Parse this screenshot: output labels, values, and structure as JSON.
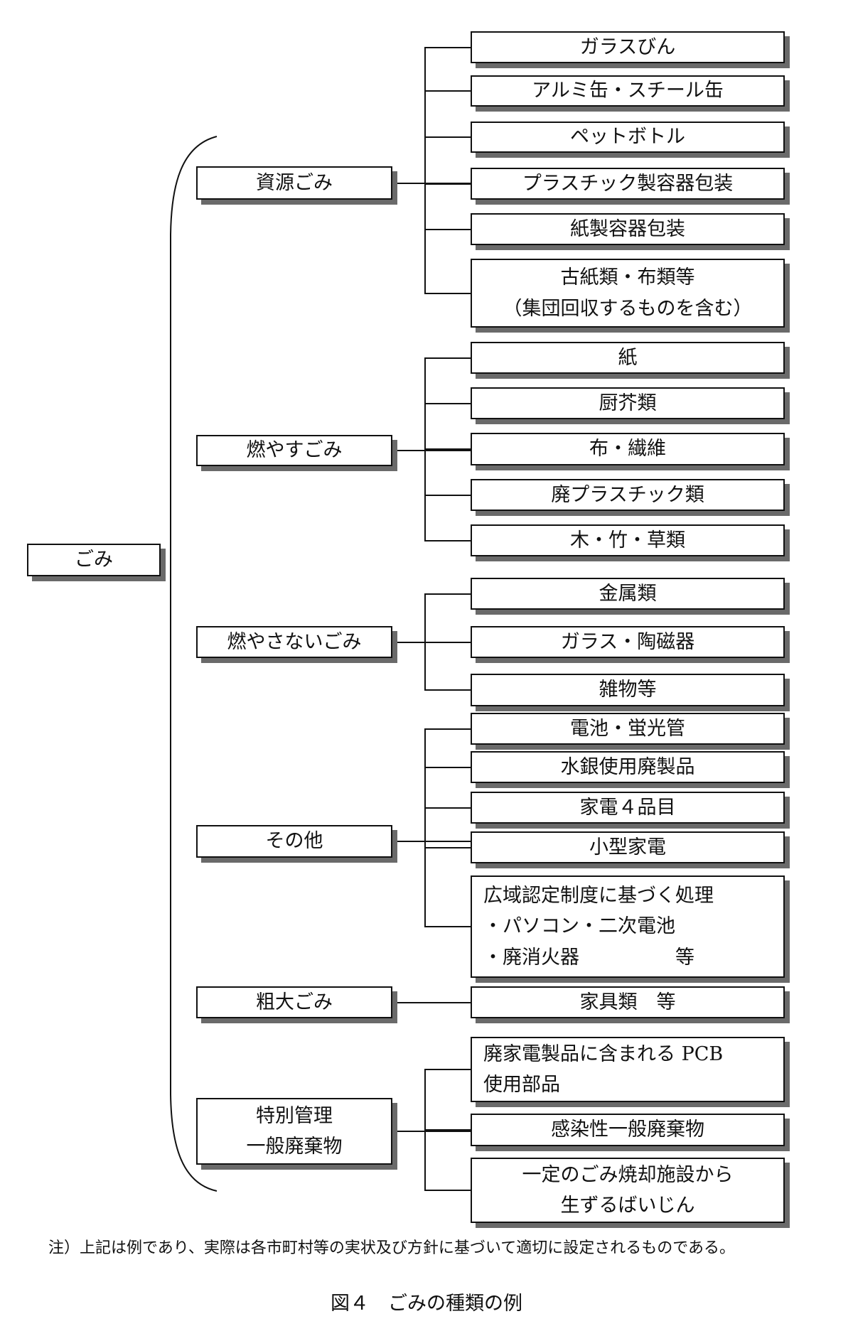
{
  "root": {
    "label": "ごみ"
  },
  "categories": [
    {
      "lines": [
        "資源ごみ"
      ],
      "children": [
        {
          "lines": [
            "ガラスびん"
          ]
        },
        {
          "lines": [
            "アルミ缶・スチール缶"
          ]
        },
        {
          "lines": [
            "ペットボトル"
          ]
        },
        {
          "lines": [
            "プラスチック製容器包装"
          ]
        },
        {
          "lines": [
            "紙製容器包装"
          ]
        },
        {
          "lines": [
            "古紙類・布類等",
            "（集団回収するものを含む）"
          ]
        }
      ]
    },
    {
      "lines": [
        "燃やすごみ"
      ],
      "children": [
        {
          "lines": [
            "紙"
          ]
        },
        {
          "lines": [
            "厨芥類"
          ]
        },
        {
          "lines": [
            "布・繊維"
          ]
        },
        {
          "lines": [
            "廃プラスチック類"
          ]
        },
        {
          "lines": [
            "木・竹・草類"
          ]
        }
      ]
    },
    {
      "lines": [
        "燃やさないごみ"
      ],
      "children": [
        {
          "lines": [
            "金属類"
          ]
        },
        {
          "lines": [
            "ガラス・陶磁器"
          ]
        },
        {
          "lines": [
            "雑物等"
          ]
        }
      ]
    },
    {
      "lines": [
        "その他"
      ],
      "children": [
        {
          "lines": [
            "電池・蛍光管"
          ]
        },
        {
          "lines": [
            "水銀使用廃製品"
          ]
        },
        {
          "lines": [
            "家電４品目"
          ]
        },
        {
          "lines": [
            "小型家電"
          ]
        },
        {
          "lines": [
            "広域認定制度に基づく処理",
            "・パソコン・二次電池",
            "・廃消火器　　　　　等"
          ]
        }
      ]
    },
    {
      "lines": [
        "粗大ごみ"
      ],
      "children": [
        {
          "lines": [
            "家具類　等"
          ]
        }
      ]
    },
    {
      "lines": [
        "特別管理",
        "一般廃棄物"
      ],
      "children": [
        {
          "lines": [
            "廃家電製品に含まれる PCB",
            "使用部品"
          ]
        },
        {
          "lines": [
            "感染性一般廃棄物"
          ]
        },
        {
          "lines": [
            "一定のごみ焼却施設から",
            "生ずるばいじん"
          ]
        }
      ]
    }
  ],
  "note": "注）上記は例であり、実際は各市町村等の実状及び方針に基づいて適切に設定されるものである。",
  "caption": "図４　ごみの種類の例"
}
